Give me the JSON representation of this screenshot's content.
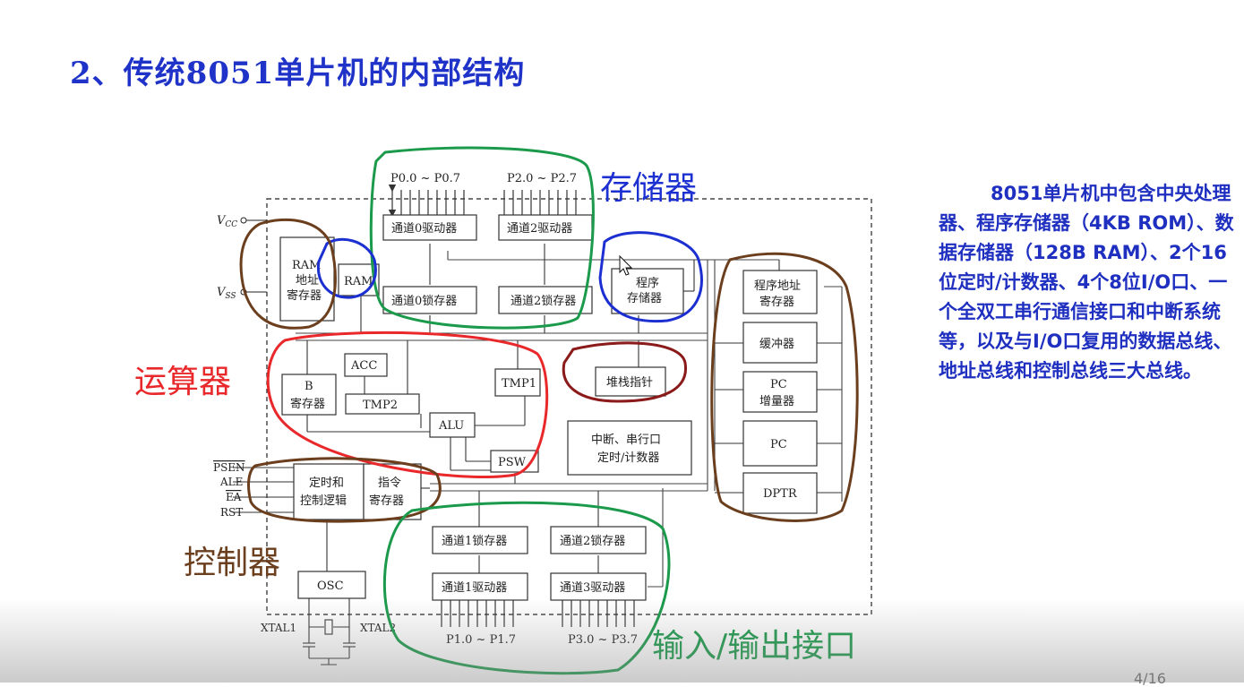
{
  "slide": {
    "title": "2、传统8051单片机的内部结构",
    "description": "8051单片机中包含中央处理器、程序存储器（4KB ROM）、数据存储器（128B RAM）、2个16位定时/计数器、4个8位I/O口、一个全双工串行通信接口和中断系统等，以及与I/O口复用的数据总线、地址总线和控制总线三大总线。",
    "page_number": "4/16"
  },
  "diagram": {
    "ports": {
      "p0": "P0.0 ~ P0.7",
      "p2": "P2.0 ~ P2.7",
      "p1": "P1.0 ~ P1.7",
      "p3": "P3.0 ~ P3.7"
    },
    "power": {
      "vcc": "V",
      "vcc_sub": "CC",
      "vss": "V",
      "vss_sub": "SS"
    },
    "blocks": {
      "ch0_driver": "通道0驱动器",
      "ch2_driver": "通道2驱动器",
      "ch0_latch": "通道0锁存器",
      "ch2_latch": "通道2锁存器",
      "ram_addr_1": "RAM",
      "ram_addr_2": "地址",
      "ram_addr_3": "寄存器",
      "ram": "RAM",
      "prog_mem_1": "程序",
      "prog_mem_2": "存储器",
      "prog_addr_1": "程序地址",
      "prog_addr_2": "寄存器",
      "buffer": "缓冲器",
      "pc_inc_1": "PC",
      "pc_inc_2": "增量器",
      "pc": "PC",
      "dptr": "DPTR",
      "acc": "ACC",
      "b_reg_1": "B",
      "b_reg_2": "寄存器",
      "tmp2": "TMP2",
      "tmp1": "TMP1",
      "alu": "ALU",
      "psw": "PSW",
      "sp": "堆栈指针",
      "int_1": "中断、串行口",
      "int_2": "定时/计数器",
      "timing_1": "定时和",
      "timing_2": "控制逻辑",
      "ir_1": "指令",
      "ir_2": "寄存器",
      "ch1_latch": "通道1锁存器",
      "ch2b_latch": "通道2锁存器",
      "ch1_driver": "通道1驱动器",
      "ch3_driver": "通道3驱动器",
      "osc": "OSC"
    },
    "signals": {
      "psen": "PSEN",
      "ale": "ALE",
      "ea": "EA",
      "rst": "RST",
      "xtal1": "XTAL1",
      "xtal2": "XTAL2"
    },
    "annotations": {
      "memory": "存储器",
      "alu_unit": "运算器",
      "controller": "控制器",
      "io": "输入/输出接口"
    }
  },
  "colors": {
    "title_blue": "#1f33c8",
    "green": "#1a9a4a",
    "blue": "#1c2fd0",
    "red": "#e8282a",
    "brown": "#6b3f1e",
    "darkred": "#8b1a1a"
  }
}
